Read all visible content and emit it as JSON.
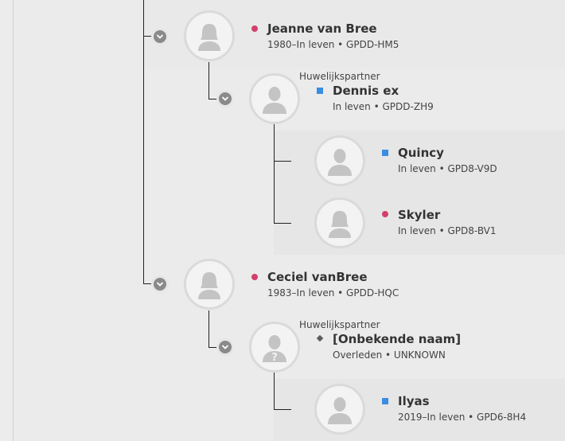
{
  "people": [
    {
      "name": "Jeanne van Bree",
      "gender": "female",
      "lifespan": "1980–In leven",
      "id": "GPDD-HM5",
      "relation": "",
      "avatar": "female-silhouette"
    },
    {
      "name": "Dennis ex",
      "gender": "male",
      "lifespan": "In leven",
      "id": "GPDD-ZH9",
      "relation": "Huwelijkspartner",
      "avatar": "male-silhouette"
    },
    {
      "name": "Quincy",
      "gender": "male",
      "lifespan": "In leven",
      "id": "GPD8-V9D",
      "relation": "",
      "avatar": "male-silhouette"
    },
    {
      "name": "Skyler",
      "gender": "female",
      "lifespan": "In leven",
      "id": "GPD8-BV1",
      "relation": "",
      "avatar": "female-silhouette"
    },
    {
      "name": "Ceciel vanBree",
      "gender": "female",
      "lifespan": "1983–In leven",
      "id": "GPDD-HQC",
      "relation": "",
      "avatar": "female-silhouette"
    },
    {
      "name": "[Onbekende naam]",
      "gender": "unknown",
      "lifespan": "Overleden",
      "id": "UNKNOWN",
      "relation": "Huwelijkspartner",
      "avatar": "unknown-silhouette"
    },
    {
      "name": "Ilyas",
      "gender": "male",
      "lifespan": "2019–In leven",
      "id": "GPD6-8H4",
      "relation": "",
      "avatar": "male-silhouette"
    }
  ],
  "separator": "•",
  "colors": {
    "female": "#d2406b",
    "male": "#3a8de0",
    "unknown": "#5c5c5c",
    "connector": "#222222",
    "background": "#ebebeb"
  },
  "icons": {
    "expander": "chevron-down-icon"
  }
}
